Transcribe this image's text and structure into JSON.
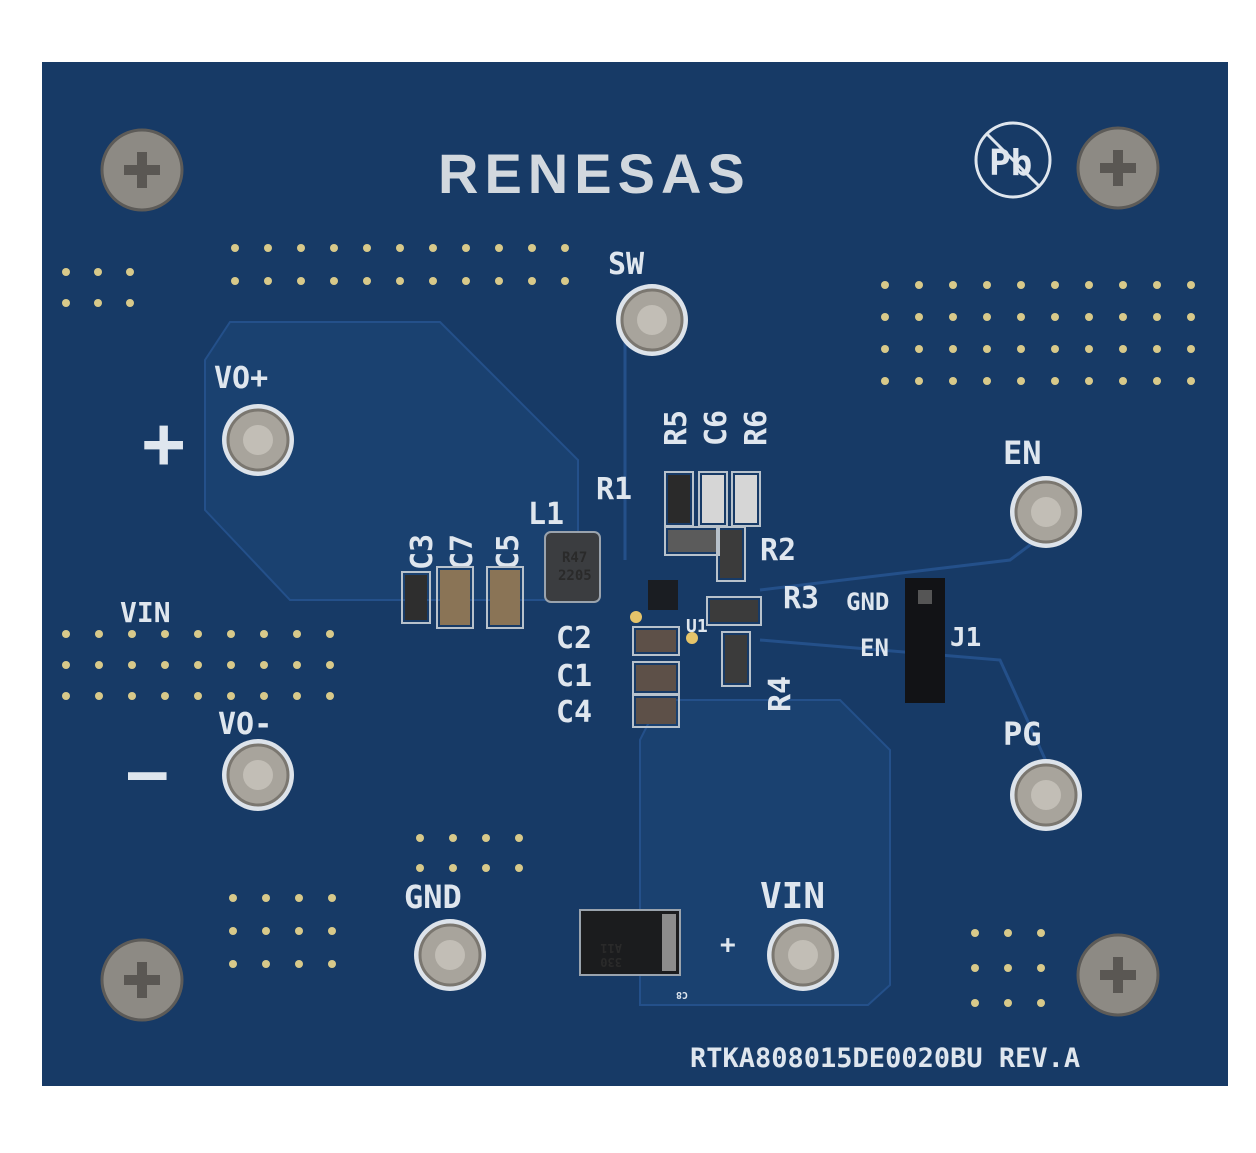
{
  "board": {
    "brand": "RENESAS",
    "part_number": "RTKA808015DE0020BU REV.A",
    "lead_free_mark": "Pb",
    "colors": {
      "soldermask": "#173a66",
      "silkscreen": "#dfe6ee",
      "pad": "#b9b4a8",
      "via": "#d8c98a"
    }
  },
  "test_points": [
    {
      "label": "SW"
    },
    {
      "label": "VO+"
    },
    {
      "label": "EN"
    },
    {
      "label": "VO-"
    },
    {
      "label": "PG"
    },
    {
      "label": "GND"
    },
    {
      "label": "VIN"
    }
  ],
  "silkscreen": {
    "plus_sign": "+",
    "minus_sign": "—",
    "vin_left": "VIN",
    "r5": "R5",
    "c6": "C6",
    "r6": "R6",
    "r1": "R1",
    "r2": "R2",
    "r3": "R3",
    "r4": "R4",
    "l1": "L1",
    "c3": "C3",
    "c7": "C7",
    "c5": "C5",
    "c2": "C2",
    "c1": "C1",
    "c4": "C4",
    "u1": "U1",
    "j1_gnd": "GND",
    "j1_en": "EN",
    "j1": "J1",
    "cap_plus": "+",
    "c8": "C8"
  },
  "components": {
    "inductor_marking": [
      "R47",
      "2205"
    ],
    "cap_marking": [
      "330",
      "A11"
    ]
  }
}
